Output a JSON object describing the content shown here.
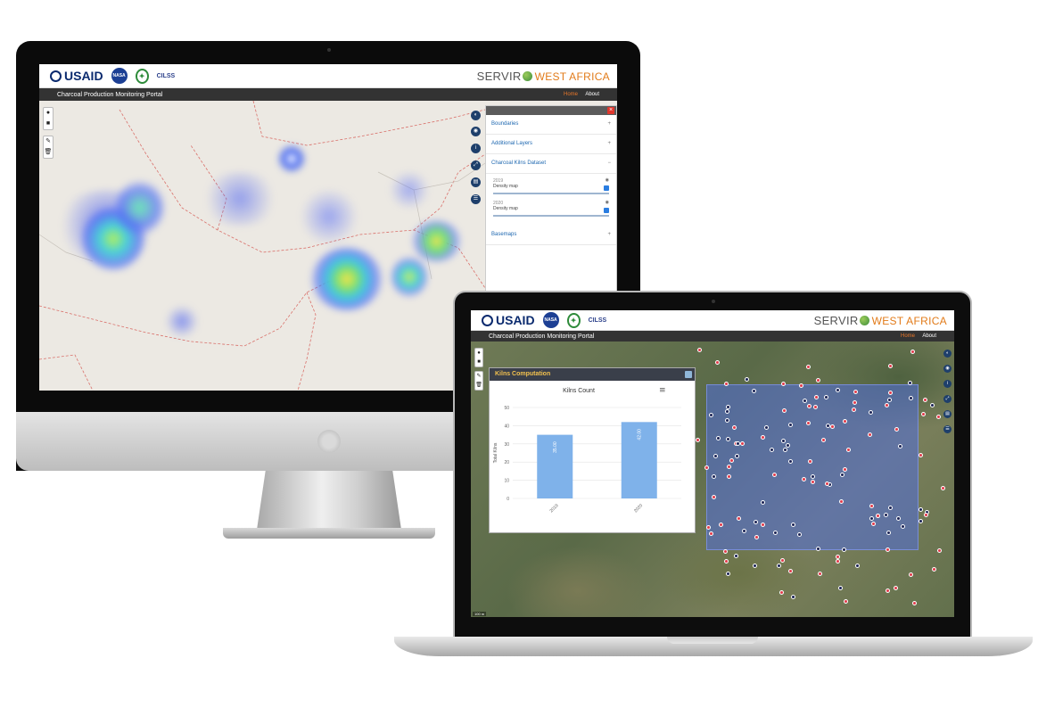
{
  "desktop": {
    "logos": {
      "usaid": "USAID",
      "nasa": "NASA",
      "cilss": "CILSS"
    },
    "brand": {
      "servir": "SERVIR",
      "region": "WEST AFRICA"
    },
    "nav": {
      "portal_title": "Charcoal Production Monitoring Portal",
      "home": "Home",
      "about": "About"
    },
    "panel": {
      "close": "×",
      "sections": [
        {
          "label": "Boundaries",
          "caret": "+"
        },
        {
          "label": "Additional Layers",
          "caret": "+"
        },
        {
          "label": "Charcoal Kilns Dataset",
          "caret": "−"
        },
        {
          "label": "Basemaps",
          "caret": "+"
        }
      ],
      "layers": [
        {
          "year": "2019",
          "name": "Density map"
        },
        {
          "year": "2020",
          "name": "Density map"
        }
      ]
    },
    "map_tools": [
      "●",
      "■",
      "✎",
      "🗑"
    ]
  },
  "laptop": {
    "logos": {
      "usaid": "USAID",
      "nasa": "NASA",
      "cilss": "CILSS"
    },
    "brand": {
      "servir": "SERVIR",
      "region": "WEST AFRICA"
    },
    "nav": {
      "portal_title": "Charcoal Production Monitoring Portal",
      "home": "Home",
      "about": "About"
    },
    "chart_panel": {
      "title": "Kilns Computation",
      "menu_icon": "≡"
    },
    "scale": "100 m"
  },
  "colors": {
    "accent_orange": "#e8772a",
    "panel_link": "#1d67b0",
    "bar_fill": "#7fb2ea",
    "kiln_red": "#e23a4a",
    "kiln_navy": "#1a2254"
  },
  "chart_data": {
    "type": "bar",
    "title": "Kilns Count",
    "ylabel": "Total Kilns",
    "xlabel": "",
    "categories": [
      "2019",
      "2020"
    ],
    "values": [
      35,
      42
    ],
    "data_labels": [
      "35.00",
      "42.00"
    ],
    "ylim": [
      0,
      50
    ],
    "yticks": [
      0,
      10,
      20,
      30,
      40,
      50
    ],
    "grid": true
  }
}
